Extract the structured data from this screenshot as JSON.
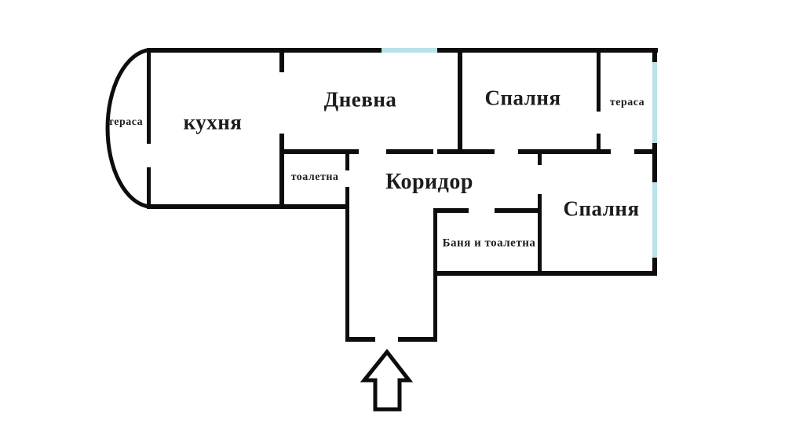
{
  "diagram_type": "apartment-floor-plan",
  "colors": {
    "wall": "#0d0d0d",
    "window": "#b9e2ea",
    "background": "#ffffff",
    "text": "#1c1c1c"
  },
  "rooms": [
    {
      "name": "terrace-left",
      "label": "тераса"
    },
    {
      "name": "kitchen",
      "label": "кухня"
    },
    {
      "name": "living-room",
      "label": "Дневна"
    },
    {
      "name": "bedroom-top",
      "label": "Спалня"
    },
    {
      "name": "terrace-right",
      "label": "тераса"
    },
    {
      "name": "toilet",
      "label": "тоалетна"
    },
    {
      "name": "corridor",
      "label": "Коридор"
    },
    {
      "name": "bathroom-toilet",
      "label": "Баня и тоалетна"
    },
    {
      "name": "bedroom-bottom",
      "label": "Спалня"
    }
  ],
  "entrance": {
    "marker": "arrow-up-icon"
  }
}
